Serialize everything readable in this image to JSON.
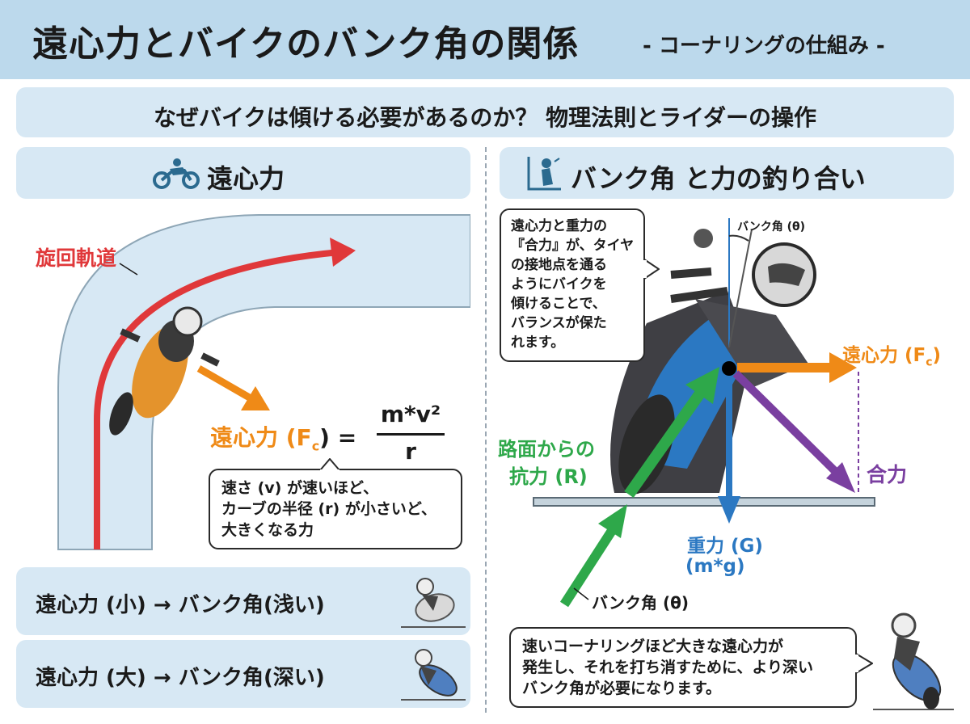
{
  "header": {
    "title": "遠心力とバイクのバンク角の関係",
    "subtitle": "- コーナリングの仕組み -"
  },
  "banner": {
    "text": "なぜバイクは傾ける必要があるのか？ 物理法則とライダーの操作"
  },
  "left": {
    "heading": "遠心力",
    "path_label": "旋回軌道",
    "formula": {
      "lhs": "遠心力 (F",
      "sub": "c",
      "rhs": ") =",
      "numerator": "m*v²",
      "denominator": "r"
    },
    "note": [
      "速さ (v) が速いほど、",
      "カーブの半径 (r) が小さいど、",
      "大きくなる力"
    ],
    "rows": [
      {
        "text": "遠心力 (小) → バンク角(浅い)"
      },
      {
        "text": "遠心力 (大) → バンク角(深い)"
      }
    ]
  },
  "right": {
    "heading": "バンク角 と力の釣り合い",
    "explain": [
      "遠心力と重力の",
      "『合力』が、タイヤ",
      "の接地点を通る",
      "ようにバイクを",
      "傾けることで、",
      "バランスが保た",
      "れます。"
    ],
    "bank_top": "バンク角 (θ)",
    "centrifugal": "遠心力 (F",
    "centrifugal_sub": "c",
    "centrifugal_end": ")",
    "resultant": "合力",
    "reaction": [
      "路面からの",
      "抗力 (R)"
    ],
    "gravity": [
      "重力 (G)",
      "(m*g)"
    ],
    "bank_bottom": "バンク角 (θ)",
    "conclusion": [
      "速いコーナリングほど大きな遠心力が",
      "発生し、それを打ち消すために、より深い",
      "バンク角が必要になります。"
    ]
  },
  "colors": {
    "header": "#bcd9ec",
    "panel": "#d7e8f4",
    "red": "#e0383a",
    "orange": "#ef8a17",
    "green": "#2ea84a",
    "blue": "#2b78c2",
    "purple": "#7a3fa0",
    "road": "#c5d3dc"
  },
  "icons": [
    "motorcycle-icon",
    "rider-lean-icon",
    "motorcycle-rider-illustration"
  ]
}
